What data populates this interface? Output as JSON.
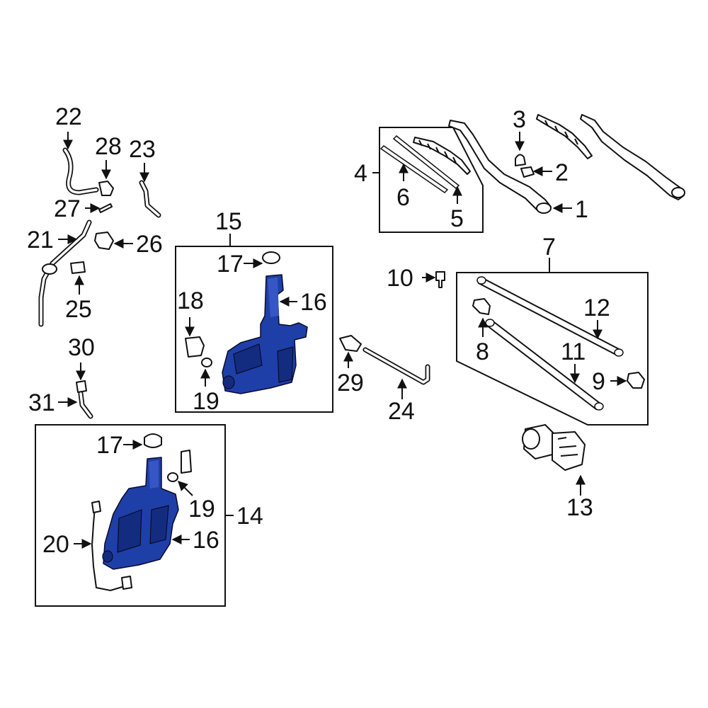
{
  "diagram": {
    "callouts": {
      "c1": "1",
      "c2": "2",
      "c3": "3",
      "c4": "4",
      "c5": "5",
      "c6": "6",
      "c7": "7",
      "c8": "8",
      "c9": "9",
      "c10": "10",
      "c11": "11",
      "c12": "12",
      "c13": "13",
      "c14": "14",
      "c15": "15",
      "c16a": "16",
      "c16b": "16",
      "c17a": "17",
      "c17b": "17",
      "c18": "18",
      "c19a": "19",
      "c19b": "19",
      "c20": "20",
      "c21": "21",
      "c22": "22",
      "c23": "23",
      "c24": "24",
      "c25": "25",
      "c26": "26",
      "c27": "27",
      "c28": "28",
      "c29": "29",
      "c30": "30",
      "c31": "31"
    },
    "colors": {
      "highlight": "#1f3fa8",
      "line": "#111111",
      "background": "#ffffff"
    }
  }
}
